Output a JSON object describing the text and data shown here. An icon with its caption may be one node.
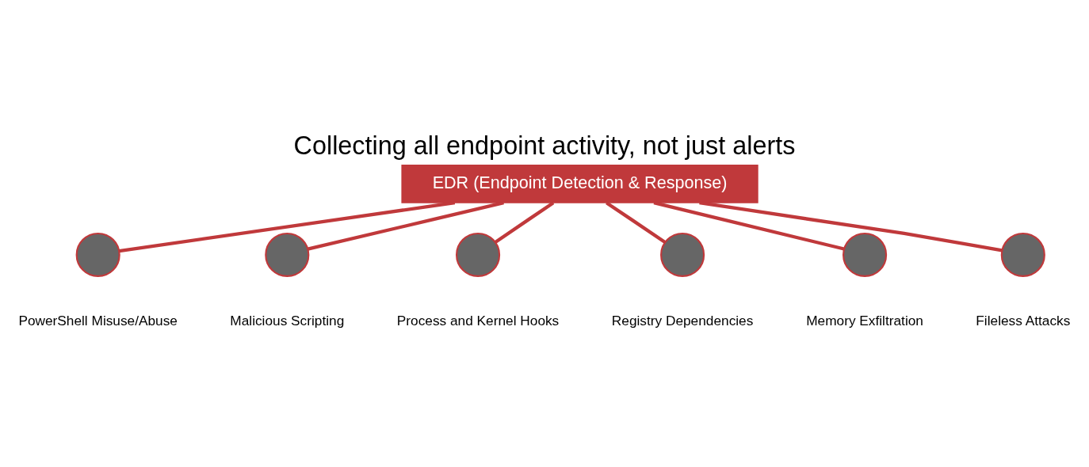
{
  "diagram": {
    "title": "Collecting all endpoint activity, not just alerts",
    "nodes": [
      {
        "text": [
          "EDR (Endpoint Detection & Response)"
        ]
      },
      {
        "text": [],
        "shape": "circle",
        "beside": [
          "PowerShell Misuse/Abuse"
        ]
      },
      {
        "text": [],
        "shape": "circle",
        "beside": [
          "Malicious Scripting"
        ]
      },
      {
        "text": [],
        "shape": "circle",
        "beside": [
          "Process and Kernel Hooks"
        ]
      },
      {
        "text": [],
        "shape": "circle",
        "beside": [
          "Registry Dependencies"
        ]
      },
      {
        "text": [],
        "shape": "circle",
        "beside": [
          "Memory Exfiltration"
        ]
      },
      {
        "text": [],
        "shape": "circle",
        "beside": [
          "Fileless Attacks"
        ]
      }
    ],
    "edges": [
      {
        "from": 0,
        "to": 1,
        "arrow": "none"
      },
      {
        "from": 0,
        "to": 2,
        "arrow": "none"
      },
      {
        "from": 0,
        "to": 3,
        "arrow": "none"
      },
      {
        "from": 0,
        "to": 4,
        "arrow": "none"
      },
      {
        "from": 0,
        "to": 5,
        "arrow": "none"
      },
      {
        "from": 0,
        "to": 6,
        "arrow": "none"
      }
    ]
  }
}
